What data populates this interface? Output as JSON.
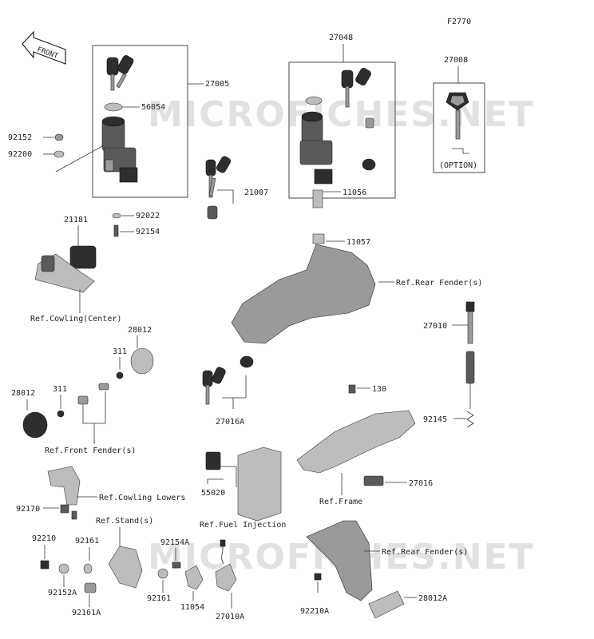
{
  "diagram_code": "F2770",
  "front_arrow_label": "FRONT",
  "watermark": "MICROFICHES.NET",
  "option_label": "(OPTION)",
  "parts": {
    "p27005": "27005",
    "p56054": "56054",
    "p92152": "92152",
    "p92200": "92200",
    "p92022": "92022",
    "p92154": "92154",
    "p21181": "21181",
    "p21007": "21007",
    "p27048": "27048",
    "p27008": "27008",
    "p11056": "11056",
    "p11057": "11057",
    "p28012a": "28012",
    "p311a": "311",
    "p28012b": "28012",
    "p311b": "311",
    "p27016A": "27016A",
    "p27010": "27010",
    "p130": "130",
    "p92145": "92145",
    "p27016": "27016",
    "p55020": "55020",
    "p92170": "92170",
    "p92210": "92210",
    "p92161": "92161",
    "p92154A": "92154A",
    "p92152A": "92152A",
    "p92161b": "92161",
    "p11054": "11054",
    "p27010A": "27010A",
    "p92161A": "92161A",
    "p92210A": "92210A",
    "p28012A": "28012A"
  },
  "refs": {
    "cowling_center": "Ref.Cowling(Center)",
    "rear_fender_1": "Ref.Rear Fender(s)",
    "front_fender": "Ref.Front Fender(s)",
    "cowling_lowers": "Ref.Cowling Lowers",
    "stand": "Ref.Stand(s)",
    "frame": "Ref.Frame",
    "fuel_injection": "Ref.Fuel Injection",
    "rear_fender_2": "Ref.Rear Fender(s)"
  }
}
